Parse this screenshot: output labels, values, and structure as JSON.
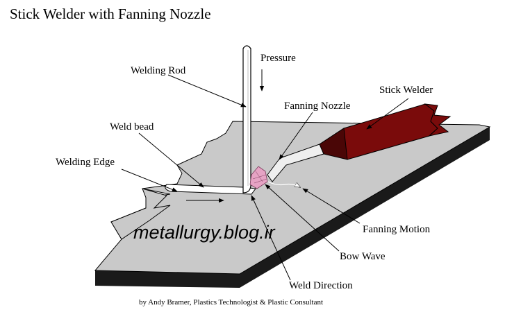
{
  "title": "Stick Welder with Fanning Nozzle",
  "labels": {
    "pressure": "Pressure",
    "welding_rod": "Welding Rod",
    "weld_bead": "Weld bead",
    "welding_edge": "Welding Edge",
    "fanning_nozzle": "Fanning Nozzle",
    "stick_welder": "Stick Welder",
    "fanning_motion": "Fanning Motion",
    "bow_wave": "Bow Wave",
    "weld_direction": "Weld Direction"
  },
  "watermark": "metallurgy.blog.ir",
  "credit": "by Andy Bramer, Plastics Technologist & Plastic Consultant",
  "colors": {
    "plate_top": "#c9c9c9",
    "plate_edge": "#1a1a1a",
    "welder_body": "#7a0b0b",
    "welder_shade": "#4a0606",
    "bow_wave": "#e6a3c4",
    "nozzle": "#efefef"
  }
}
